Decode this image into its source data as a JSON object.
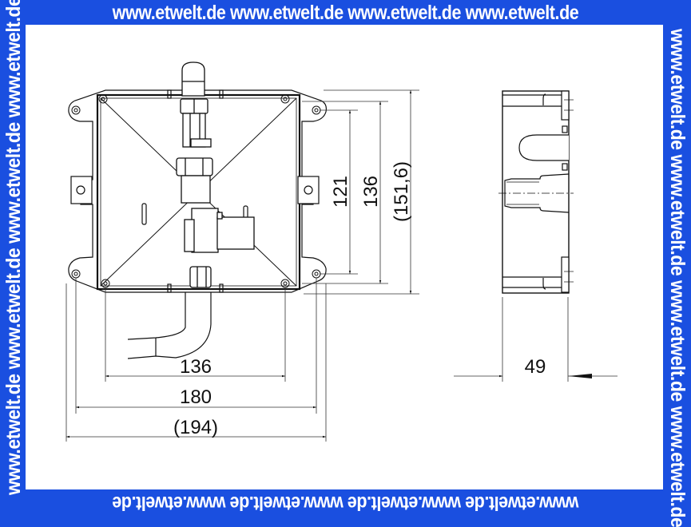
{
  "watermark": {
    "text": "www.etwelt.de",
    "top": "www.etwelt.de www.etwelt.de www.etwelt.de www.etwelt.de",
    "bottom": "www.etwelt.de www.etwelt.de www.etwelt.de www.etwelt.de",
    "left": "www.etwelt.de www.etwelt.de www.etwelt.de www.etwelt.de",
    "right": "www.etwelt.de www.etwelt.de www.etwelt.de www.etwelt.de",
    "color": "#ffffff",
    "background": "#1a4fe0"
  },
  "drawing": {
    "front_view": {
      "dimensions": {
        "width_inner": "136",
        "width_mounting": "180",
        "width_overall": "(194)",
        "height_inner": "121",
        "height_mounting": "136",
        "height_overall": "(151,6)"
      }
    },
    "side_view": {
      "dimensions": {
        "depth": "49"
      }
    }
  }
}
